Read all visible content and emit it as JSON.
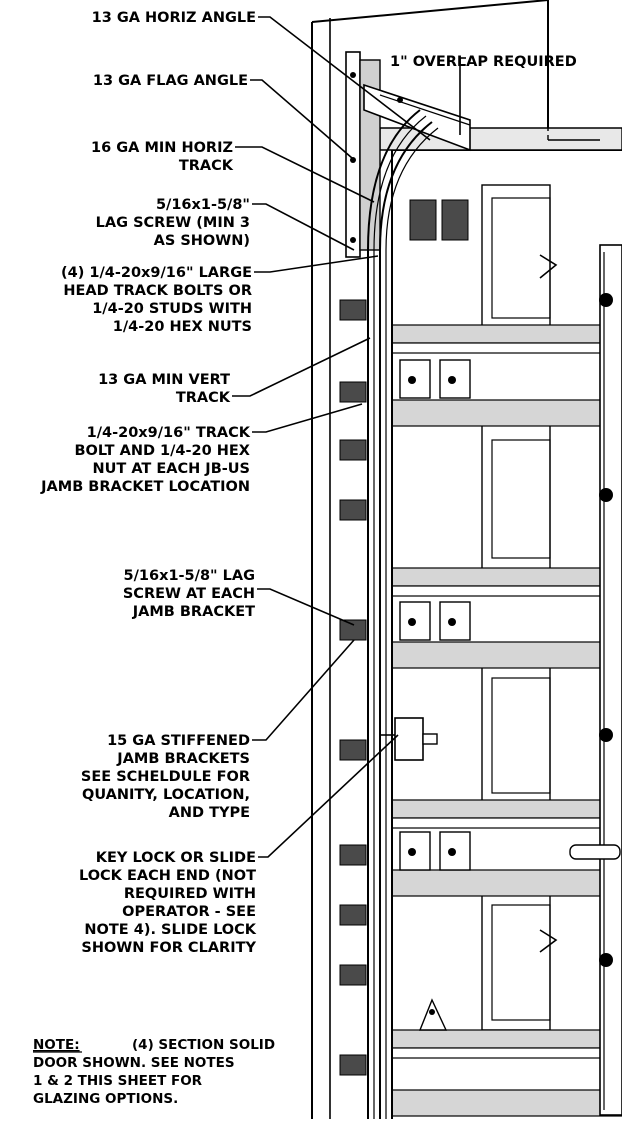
{
  "overlap_label": "1\" OVERLAP REQUIRED",
  "callouts": [
    {
      "lines": [
        "13 GA HORIZ ANGLE"
      ]
    },
    {
      "lines": [
        "13 GA FLAG ANGLE"
      ]
    },
    {
      "lines": [
        "16 GA MIN HORIZ",
        "TRACK"
      ]
    },
    {
      "lines": [
        "5/16x1-5/8\"",
        "LAG SCREW (MIN 3",
        "AS SHOWN)"
      ]
    },
    {
      "lines": [
        "(4) 1/4-20x9/16\" LARGE",
        "HEAD TRACK BOLTS OR",
        "1/4-20 STUDS WITH",
        "1/4-20 HEX NUTS"
      ]
    },
    {
      "lines": [
        "13 GA MIN VERT",
        "TRACK"
      ]
    },
    {
      "lines": [
        "1/4-20x9/16\" TRACK",
        "BOLT AND 1/4-20 HEX",
        "NUT AT EACH JB-US",
        "JAMB BRACKET LOCATION"
      ]
    },
    {
      "lines": [
        "5/16x1-5/8\" LAG",
        "SCREW AT EACH",
        "JAMB BRACKET"
      ]
    },
    {
      "lines": [
        "15 GA STIFFENED",
        "JAMB BRACKETS",
        "SEE SCHELDULE FOR",
        "QUANITY, LOCATION,",
        "AND TYPE"
      ]
    },
    {
      "lines": [
        "KEY LOCK OR SLIDE",
        "LOCK EACH END (NOT",
        "REQUIRED WITH",
        "OPERATOR - SEE",
        "NOTE 4).  SLIDE LOCK",
        "SHOWN FOR CLARITY"
      ]
    }
  ],
  "note": {
    "heading": "NOTE:",
    "lines": [
      "(4) SECTION SOLID",
      "DOOR SHOWN.  SEE NOTES",
      "1 & 2 THIS SHEET FOR",
      "GLAZING OPTIONS."
    ]
  }
}
